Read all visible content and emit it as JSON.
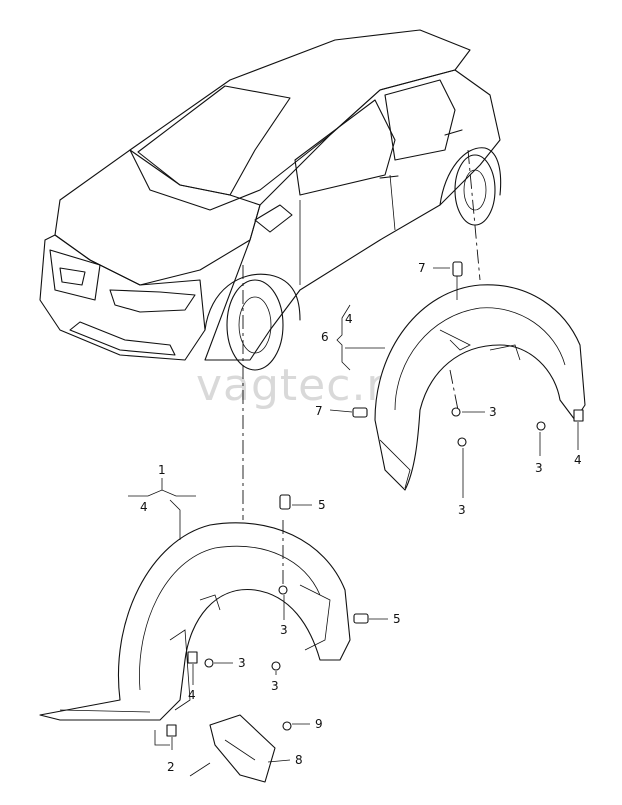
{
  "watermark": "vagtec.ru",
  "callouts": {
    "c1": "1",
    "c4_group_front": "4",
    "c6": "6",
    "c4_group_rear": "4",
    "c7_top": "7",
    "c7_left": "7",
    "c3_rear_a": "3",
    "c3_rear_b": "3",
    "c3_rear_c": "3",
    "c4_rear_clip": "4",
    "c5_top": "5",
    "c5_right": "5",
    "c3_front_a": "3",
    "c3_front_b": "3",
    "c3_front_c": "3",
    "c4_front_clip": "4",
    "c2": "2",
    "c8": "8",
    "c9": "9"
  }
}
